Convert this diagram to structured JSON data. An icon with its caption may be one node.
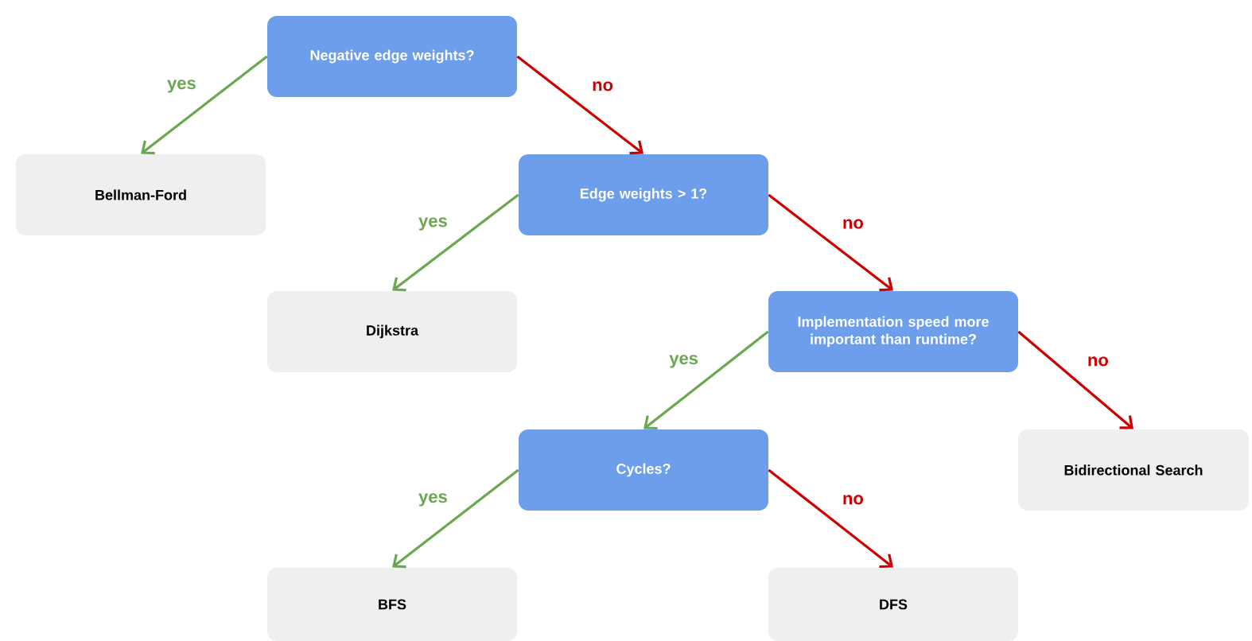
{
  "diagram": {
    "nodes": [
      {
        "text": [
          "Negative edge weights?"
        ]
      },
      {
        "text": [
          "Bellman-Ford"
        ]
      },
      {
        "text": [
          "Edge weights > 1?"
        ]
      },
      {
        "text": [
          "Dijkstra"
        ]
      },
      {
        "text": [
          "Implementation speed more important than runtime?"
        ]
      },
      {
        "text": [
          "Cycles?"
        ]
      },
      {
        "text": [
          "Bidirectional Search"
        ]
      },
      {
        "text": [
          "BFS"
        ]
      },
      {
        "text": [
          "DFS"
        ]
      }
    ],
    "edges": [
      {
        "from": 0,
        "to": 1,
        "arrow": "to",
        "label": "yes",
        "color": "#6aa84f"
      },
      {
        "from": 0,
        "to": 2,
        "arrow": "to",
        "label": "no",
        "color": "#cc0000"
      },
      {
        "from": 2,
        "to": 3,
        "arrow": "to",
        "label": "yes",
        "color": "#6aa84f"
      },
      {
        "from": 2,
        "to": 4,
        "arrow": "to",
        "label": "no",
        "color": "#cc0000"
      },
      {
        "from": 4,
        "to": 5,
        "arrow": "to",
        "label": "yes",
        "color": "#6aa84f"
      },
      {
        "from": 4,
        "to": 6,
        "arrow": "to",
        "label": "no",
        "color": "#cc0000"
      },
      {
        "from": 5,
        "to": 7,
        "arrow": "to",
        "label": "yes",
        "color": "#6aa84f"
      },
      {
        "from": 5,
        "to": 8,
        "arrow": "to",
        "label": "no",
        "color": "#cc0000"
      }
    ]
  }
}
